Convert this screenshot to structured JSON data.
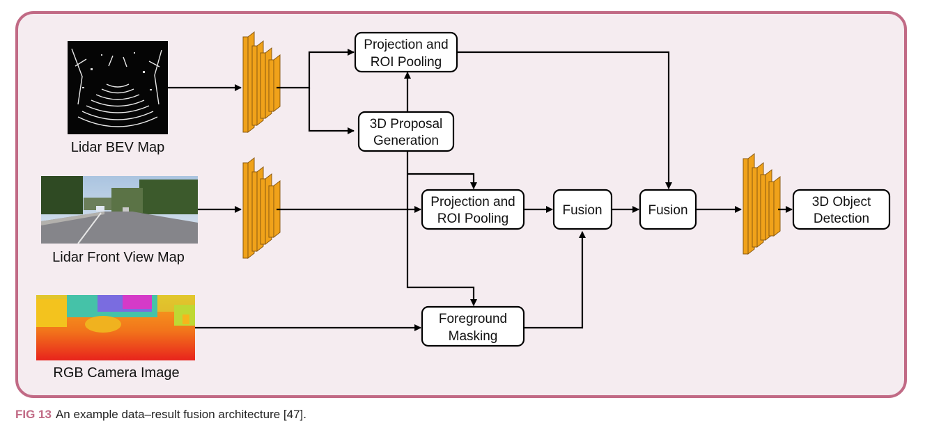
{
  "colors": {
    "frame_border": "#c16a85",
    "frame_bg": "#f5ecf0",
    "layer_orange": "#f0a21a",
    "caption_accent": "#c16a85"
  },
  "inputs": {
    "lidar_bev": {
      "label": "Lidar BEV Map"
    },
    "lidar_front": {
      "label": "Lidar Front View Map"
    },
    "rgb_camera": {
      "label": "RGB Camera Image"
    }
  },
  "nodes": {
    "proj_top": {
      "line1": "Projection and",
      "line2": "ROI Pooling"
    },
    "proposal": {
      "line1": "3D Proposal",
      "line2": "Generation"
    },
    "proj_mid": {
      "line1": "Projection and",
      "line2": "ROI Pooling"
    },
    "fg_mask": {
      "line1": "Foreground",
      "line2": "Masking"
    },
    "fusion1": {
      "line1": "Fusion"
    },
    "fusion2": {
      "line1": "Fusion"
    },
    "output": {
      "line1": "3D Object",
      "line2": "Detection"
    }
  },
  "caption": {
    "tag": "FIG 13",
    "text": "An example data–result fusion architecture [47]."
  }
}
